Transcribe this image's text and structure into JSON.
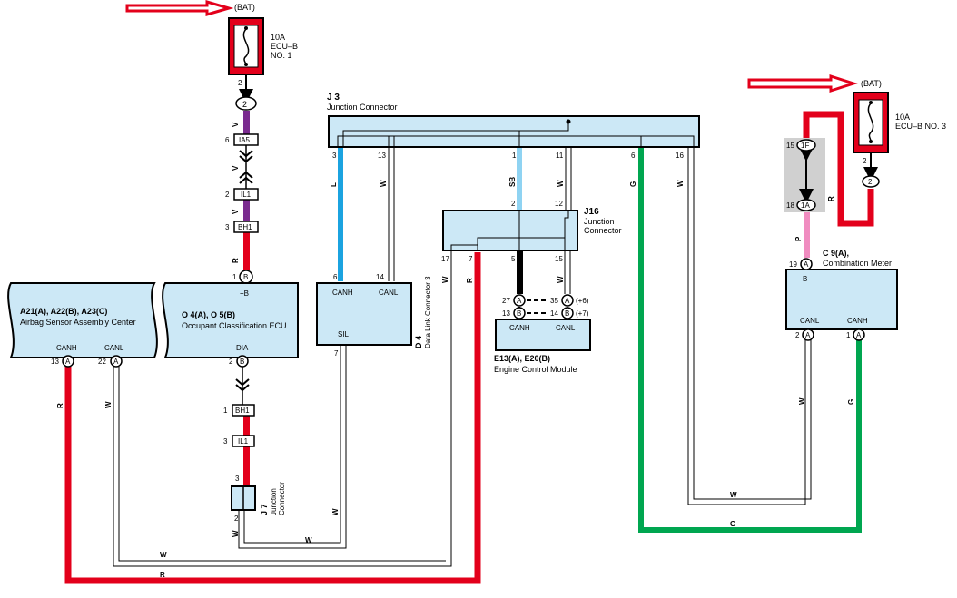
{
  "labels": {
    "bat": "(BAT)",
    "fuse1_amp": "10A",
    "fuse1_name1": "ECU–B",
    "fuse1_name2": "NO. 1",
    "fuse2_amp": "10A",
    "fuse2_name": "ECU–B NO. 3",
    "j3_code": "J 3",
    "j3_name": "Junction Connector",
    "j16_code": "J16",
    "j16_name1": "Junction",
    "j16_name2": "Connector",
    "j7_code": "J 7",
    "j7_name1": "Junction",
    "j7_name2": "Connector",
    "d4_code": "D 4",
    "d4_name": "Data Link Connector 3",
    "airbag_code": "A21(A), A22(B), A23(C)",
    "airbag_name": "Airbag Sensor Assembly Center",
    "occ_code": "O 4(A), O 5(B)",
    "occ_name": "Occupant Classification ECU",
    "ecm_code": "E13(A), E20(B)",
    "ecm_name": "Engine Control Module",
    "meter_code": "C 9(A),",
    "meter_name": "Combination Meter",
    "canh": "CANH",
    "canl": "CANL",
    "sil": "SIL",
    "plus_b": "+B",
    "dia": "DIA",
    "b": "B",
    "ia5": "IA5",
    "il1": "IL1",
    "bh1": "BH1",
    "c1f": "1F",
    "c1a": "1A",
    "pin_a": "A",
    "pin_b": "B",
    "pin_2": "2",
    "plus6": "(+6)",
    "plus7": "(+7)"
  },
  "wire_codes": {
    "R": "R",
    "V": "V",
    "W": "W",
    "L": "L",
    "SB": "SB",
    "G": "G",
    "P": "P"
  },
  "pins": {
    "p1": "1",
    "p2": "2",
    "p3": "3",
    "p5": "5",
    "p6": "6",
    "p7": "7",
    "p11": "11",
    "p12": "12",
    "p13": "13",
    "p14": "14",
    "p15": "15",
    "p16": "16",
    "p17": "17",
    "p18": "18",
    "p19": "19",
    "p22": "22",
    "p27": "27",
    "p35": "35"
  },
  "colors": {
    "red": "#e3001b",
    "purple": "#7a2b8f",
    "blue": "#1ba3e0",
    "sky": "#8fd3f2",
    "green": "#00a650",
    "pink": "#f08cc0",
    "box": "#cce8f6",
    "gray": "#d0d0d0"
  }
}
